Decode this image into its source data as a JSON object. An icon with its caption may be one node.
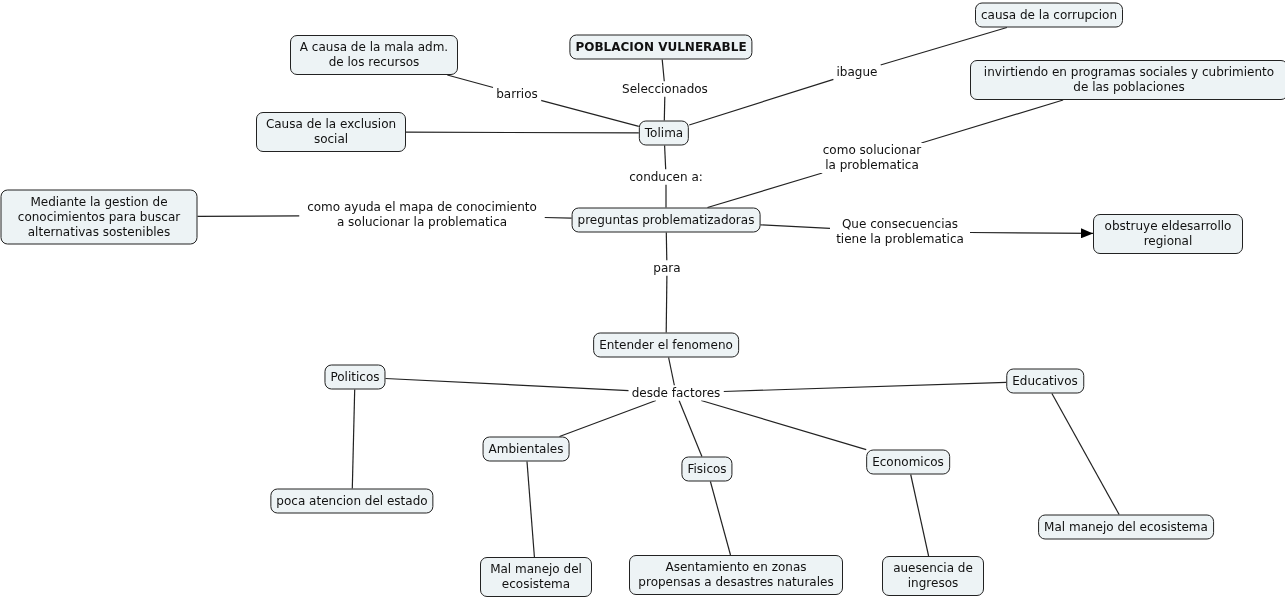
{
  "diagram": {
    "nodes": [
      {
        "text": [
          "causa de la corrupcion"
        ]
      },
      {
        "text": [
          "A causa de la mala adm. de los recursos"
        ]
      },
      {
        "text": [
          "POBLACION VULNERABLE"
        ]
      },
      {
        "text": [
          "invirtiendo en programas sociales y cubrimiento de las poblaciones"
        ]
      },
      {
        "text": [
          "ibague"
        ]
      },
      {
        "text": [
          "barrios"
        ]
      },
      {
        "text": [
          "Seleccionados"
        ]
      },
      {
        "text": [
          "Causa de la exclusion social"
        ]
      },
      {
        "text": [
          "Tolima"
        ]
      },
      {
        "text": [
          "como solucionar la problematica"
        ]
      },
      {
        "text": [
          "conducen a:"
        ]
      },
      {
        "text": [
          "Mediante la gestion de conocimientos para buscar alternativas sostenibles"
        ]
      },
      {
        "text": [
          "como ayuda el mapa de conocimiento a solucionar la problematica"
        ]
      },
      {
        "text": [
          "preguntas problematizadoras"
        ]
      },
      {
        "text": [
          "Que consecuencias tiene la problematica"
        ]
      },
      {
        "text": [
          "obstruye eldesarrollo regional"
        ]
      },
      {
        "text": [
          "para"
        ]
      },
      {
        "text": [
          "Entender el fenomeno"
        ]
      },
      {
        "text": [
          "Politicos"
        ]
      },
      {
        "text": [
          "Educativos"
        ]
      },
      {
        "text": [
          "desde factores"
        ]
      },
      {
        "text": [
          "Ambientales"
        ]
      },
      {
        "text": [
          "Fisicos"
        ]
      },
      {
        "text": [
          "Economicos"
        ]
      },
      {
        "text": [
          "poca atencion del estado"
        ]
      },
      {
        "text": [
          "Mal manejo del ecosistema"
        ]
      },
      {
        "text": [
          "Mal manejo del ecosistema"
        ]
      },
      {
        "text": [
          "Asentamiento en zonas propensas a desastres naturales"
        ]
      },
      {
        "text": [
          "auesencia de ingresos"
        ]
      }
    ],
    "edges": [
      {
        "from": 2,
        "to": 6,
        "arrow": "none"
      },
      {
        "from": 6,
        "to": 8,
        "arrow": "none"
      },
      {
        "from": 8,
        "to": 5,
        "arrow": "none"
      },
      {
        "from": 5,
        "to": 1,
        "arrow": "none"
      },
      {
        "from": 8,
        "to": 7,
        "arrow": "none"
      },
      {
        "from": 8,
        "to": 4,
        "arrow": "none"
      },
      {
        "from": 4,
        "to": 0,
        "arrow": "none"
      },
      {
        "from": 8,
        "to": 10,
        "arrow": "none"
      },
      {
        "from": 10,
        "to": 13,
        "arrow": "none"
      },
      {
        "from": 13,
        "to": 9,
        "arrow": "none"
      },
      {
        "from": 9,
        "to": 3,
        "arrow": "none"
      },
      {
        "from": 13,
        "to": 12,
        "arrow": "none"
      },
      {
        "from": 12,
        "to": 11,
        "arrow": "none"
      },
      {
        "from": 13,
        "to": 14,
        "arrow": "none"
      },
      {
        "from": 14,
        "to": 15,
        "arrow": "to"
      },
      {
        "from": 13,
        "to": 16,
        "arrow": "none"
      },
      {
        "from": 16,
        "to": 17,
        "arrow": "none"
      },
      {
        "from": 17,
        "to": 20,
        "arrow": "none"
      },
      {
        "from": 20,
        "to": 18,
        "arrow": "none"
      },
      {
        "from": 20,
        "to": 19,
        "arrow": "none"
      },
      {
        "from": 20,
        "to": 21,
        "arrow": "none"
      },
      {
        "from": 20,
        "to": 22,
        "arrow": "none"
      },
      {
        "from": 20,
        "to": 23,
        "arrow": "none"
      },
      {
        "from": 18,
        "to": 24,
        "arrow": "none"
      },
      {
        "from": 21,
        "to": 26,
        "arrow": "none"
      },
      {
        "from": 22,
        "to": 27,
        "arrow": "none"
      },
      {
        "from": 23,
        "to": 28,
        "arrow": "none"
      },
      {
        "from": 19,
        "to": 25,
        "arrow": "none"
      }
    ]
  }
}
